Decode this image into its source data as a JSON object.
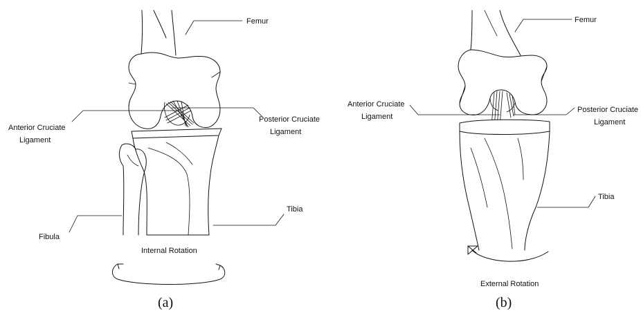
{
  "panels": [
    {
      "caption": "(a)",
      "rotation_label": "Internal Rotation",
      "labels": {
        "femur": "Femur",
        "pcl_line1": "Posterior Cruciate",
        "pcl_line2": "Ligament",
        "acl_line1": "Anterior Cruciate",
        "acl_line2": "Ligament",
        "tibia": "Tibia",
        "fibula": "Fibula"
      }
    },
    {
      "caption": "(b)",
      "rotation_label": "External Rotation",
      "labels": {
        "femur": "Femur",
        "acl_line1": "Anterior Cruciate",
        "acl_line2": "Ligament",
        "pcl_line1": "Posterior Cruciate",
        "pcl_line2": "Ligament",
        "tibia": "Tibia"
      }
    }
  ]
}
